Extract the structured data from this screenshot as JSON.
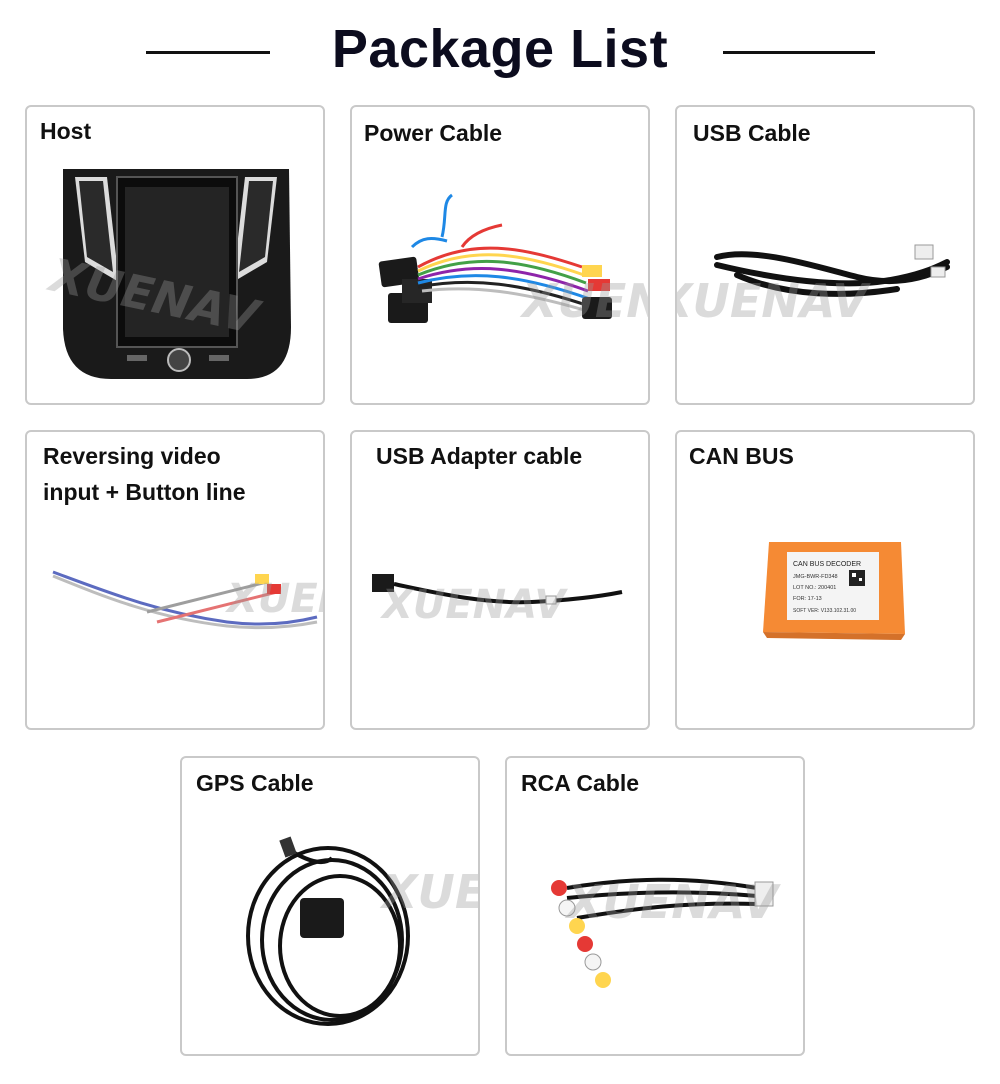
{
  "header": {
    "title": "Package List"
  },
  "items": [
    {
      "label": "Host"
    },
    {
      "label": "Power Cable"
    },
    {
      "label": "USB Cable"
    },
    {
      "label_lines": [
        "Reversing video",
        "input + Button line"
      ]
    },
    {
      "label": "USB Adapter cable"
    },
    {
      "label": "CAN BUS"
    },
    {
      "label": "GPS Cable"
    },
    {
      "label": "RCA Cable"
    }
  ],
  "canbus_sticker": {
    "title": "CAN BUS DECODER",
    "line1": "JMG-BWR-FD348",
    "line2": "LOT NO.: 200401",
    "line3": "FOR: 17-13",
    "line4": "SOFT VER: V133.102.31.00"
  },
  "watermark": "XUENAV",
  "colors": {
    "canbus_box": "#f58a34",
    "title": "#0c0c1e",
    "border": "#c9c9c9"
  }
}
